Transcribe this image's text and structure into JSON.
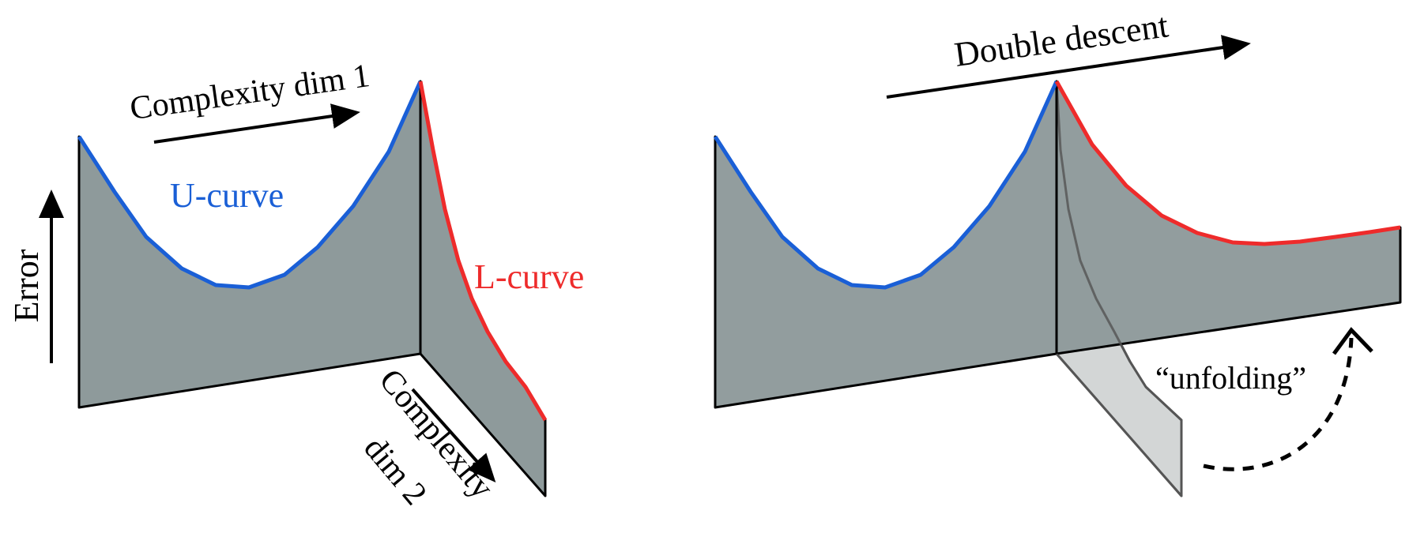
{
  "left_panel": {
    "error_label": "Error",
    "dim1_label": "Complexity dim 1",
    "dim2_label_line1": "Complexity",
    "dim2_label_line2": "dim 2",
    "u_curve_label": "U-curve",
    "l_curve_label": "L-curve"
  },
  "right_panel": {
    "double_descent_label": "Double descent",
    "unfolding_label": "“unfolding”"
  },
  "colors": {
    "u_curve": "#1a5fd6",
    "l_curve": "#ee2b2b",
    "surface_fill": "#8e9a9b",
    "unfolded_fill": "#d3d6d6",
    "outline": "#000000"
  }
}
